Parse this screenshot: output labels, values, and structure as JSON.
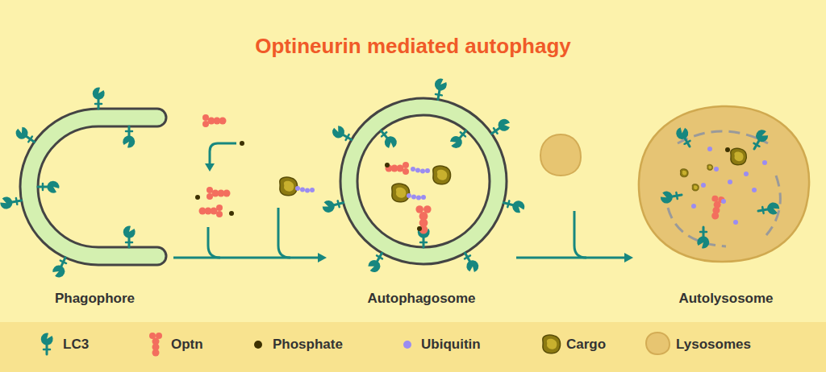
{
  "diagram": {
    "title": "Optineurin mediated autophagy",
    "nodes": [
      {
        "text": [
          "Phagophore"
        ]
      },
      {
        "text": [
          "Autophagosome"
        ]
      },
      {
        "text": [
          "Autolysosome"
        ]
      }
    ],
    "edges": [
      {
        "from": 0,
        "to": 1,
        "arrow": "to"
      },
      {
        "from": 1,
        "to": 2,
        "arrow": "to"
      }
    ],
    "legend": [
      {
        "text": "LC3"
      },
      {
        "text": "Optn"
      },
      {
        "text": "Phosphate"
      },
      {
        "text": "Ubiquitin"
      },
      {
        "text": "Cargo"
      },
      {
        "text": "Lysosomes"
      }
    ]
  }
}
